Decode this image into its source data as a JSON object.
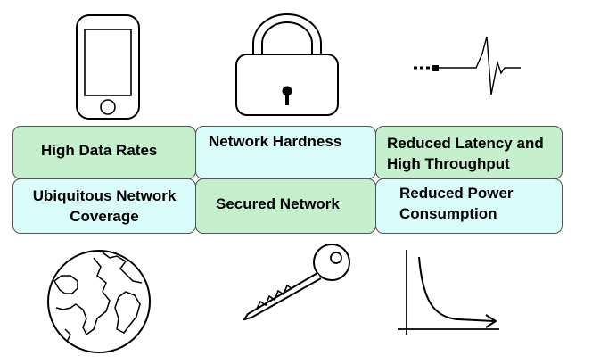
{
  "colors": {
    "green": "#c6efce",
    "cyan": "#d9fcfb",
    "border": "#555555",
    "stroke": "#000000"
  },
  "icons": [
    "smartphone-icon",
    "padlock-icon",
    "signal-pulse-icon",
    "globe-icon",
    "key-icon",
    "decay-curve-icon"
  ],
  "grid": {
    "row1": [
      {
        "lines": [
          "High Data Rates"
        ],
        "color": "green"
      },
      {
        "lines": [
          "Network  Hardness"
        ],
        "color": "cyan"
      },
      {
        "lines": [
          "Reduced Latency and",
          "High Throughput"
        ],
        "color": "green"
      }
    ],
    "row2": [
      {
        "lines": [
          "Ubiquitous Network",
          "Coverage"
        ],
        "color": "cyan"
      },
      {
        "lines": [
          "Secured Network"
        ],
        "color": "green"
      },
      {
        "lines": [
          "Reduced Power",
          "Consumption"
        ],
        "color": "cyan"
      }
    ]
  }
}
